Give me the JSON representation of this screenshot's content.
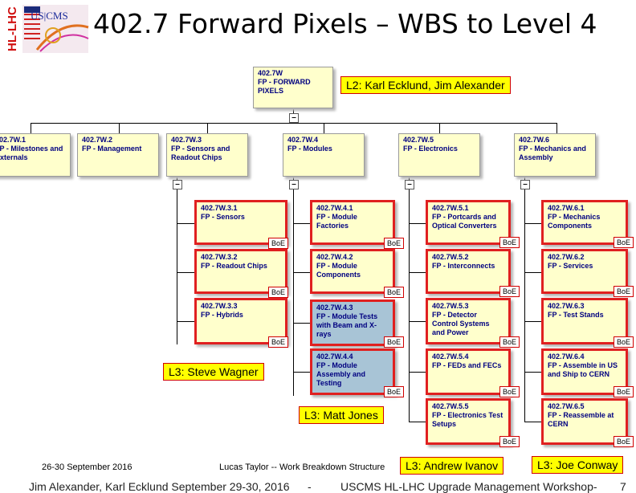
{
  "header": {
    "title": "402.7 Forward Pixels – WBS to Level 4",
    "logo_text_1": "HL-LHC",
    "logo_text_2": "US|CMS"
  },
  "root": {
    "code": "402.7W",
    "name": "FP - FORWARD PIXELS"
  },
  "l2_label": "L2: Karl Ecklund, Jim Alexander",
  "level3": [
    {
      "code": "402.7W.1",
      "name": "FP - Milestones and Externals"
    },
    {
      "code": "402.7W.2",
      "name": "FP - Management"
    },
    {
      "code": "402.7W.3",
      "name": "FP - Sensors and Readout Chips"
    },
    {
      "code": "402.7W.4",
      "name": "FP - Modules"
    },
    {
      "code": "402.7W.5",
      "name": "FP - Electronics"
    },
    {
      "code": "402.7W.6",
      "name": "FP - Mechanics and Assembly"
    }
  ],
  "level4": {
    "w3": [
      {
        "code": "402.7W.3.1",
        "name": "FP - Sensors"
      },
      {
        "code": "402.7W.3.2",
        "name": "FP - Readout Chips"
      },
      {
        "code": "402.7W.3.3",
        "name": "FP - Hybrids"
      }
    ],
    "w4": [
      {
        "code": "402.7W.4.1",
        "name": "FP - Module Factories"
      },
      {
        "code": "402.7W.4.2",
        "name": "FP - Module Components"
      },
      {
        "code": "402.7W.4.3",
        "name": "FP - Module Tests with Beam and X-rays"
      },
      {
        "code": "402.7W.4.4",
        "name": "FP - Module Assembly and Testing"
      }
    ],
    "w5": [
      {
        "code": "402.7W.5.1",
        "name": "FP - Portcards and Optical Converters"
      },
      {
        "code": "402.7W.5.2",
        "name": "FP - Interconnects"
      },
      {
        "code": "402.7W.5.3",
        "name": "FP - Detector Control Systems and Power"
      },
      {
        "code": "402.7W.5.4",
        "name": "FP - FEDs and FECs"
      },
      {
        "code": "402.7W.5.5",
        "name": "FP - Electronics Test Setups"
      }
    ],
    "w6": [
      {
        "code": "402.7W.6.1",
        "name": "FP - Mechanics Components"
      },
      {
        "code": "402.7W.6.2",
        "name": "FP - Services"
      },
      {
        "code": "402.7W.6.3",
        "name": "FP - Test Stands"
      },
      {
        "code": "402.7W.6.4",
        "name": "FP - Assemble in US and Ship to CERN"
      },
      {
        "code": "402.7W.6.5",
        "name": "FP - Reassemble at CERN"
      }
    ]
  },
  "boe_label": "BoE",
  "collapse_symbol": "–",
  "l3_labels": {
    "w3": "L3: Steve Wagner",
    "w4": "L3: Matt Jones",
    "w5": "L3: Andrew Ivanov",
    "w6": "L3: Joe Conway"
  },
  "footer": {
    "date": "26-30 September 2016",
    "center": "Lucas Taylor -- Work Breakdown Structure",
    "presenters": "Jim Alexander, Karl Ecklund September 29-30, 2016",
    "dash": "-",
    "event": "USCMS HL-LHC Upgrade Management Workshop-",
    "page": "7"
  },
  "colors": {
    "box_fill": "#ffffcc",
    "box_text": "#000080",
    "highlight_border": "#e02020",
    "label_fill": "#ffff00",
    "selected_fill": "#a8c4d6"
  }
}
